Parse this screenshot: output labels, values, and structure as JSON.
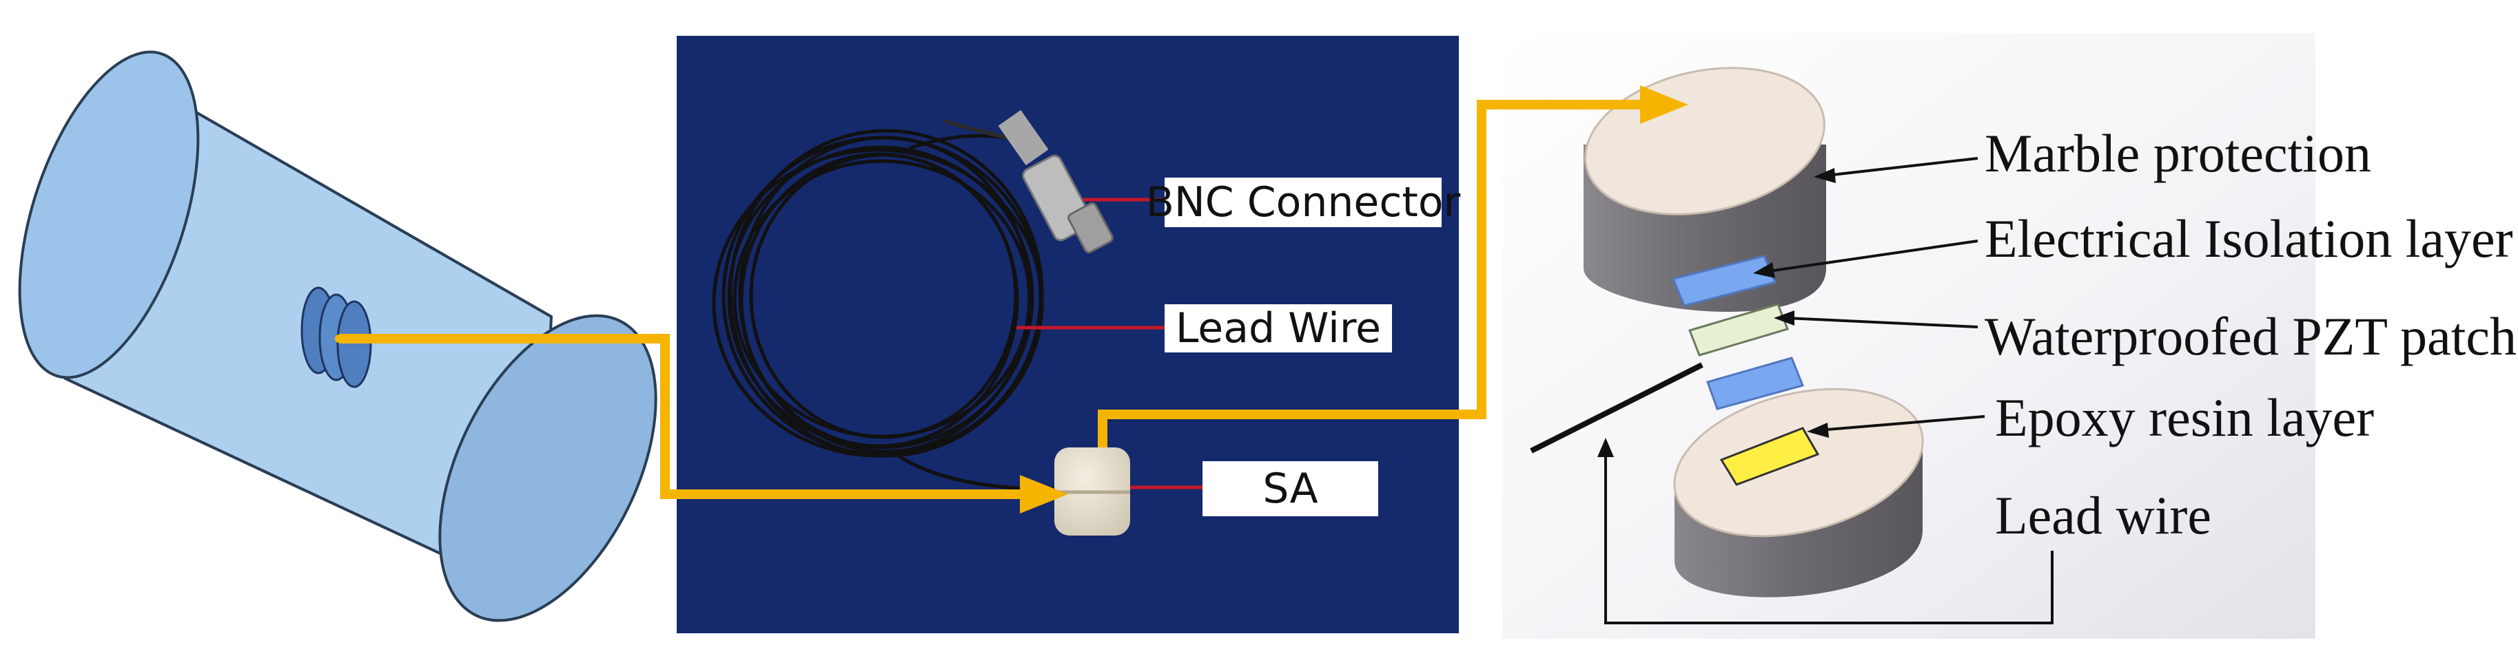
{
  "colors": {
    "specimen_fill": "#a9cdee",
    "photo_background": "#15296d",
    "connector_arrow": "#f5b400",
    "callout_line": "#c2182a",
    "cylinder_side": "#6f6d72",
    "cylinder_top": "#f1e6dc",
    "isolation_layer": "#7aa8f0",
    "pzt_patch": "#e6f0d2",
    "epoxy_layer": "#ffee44"
  },
  "panels": {
    "specimen": {
      "description_icon": "cylinder-specimen-icon"
    },
    "photo": {
      "labels": {
        "bnc": "BNC Connector",
        "lead": "Lead Wire",
        "sa": "SA"
      }
    },
    "exploded": {
      "labels": {
        "marble": "Marble protection",
        "isolation": "Electrical Isolation layer",
        "pzt": "Waterproofed PZT patch",
        "epoxy": "Epoxy resin layer",
        "lead": "Lead wire"
      }
    }
  }
}
